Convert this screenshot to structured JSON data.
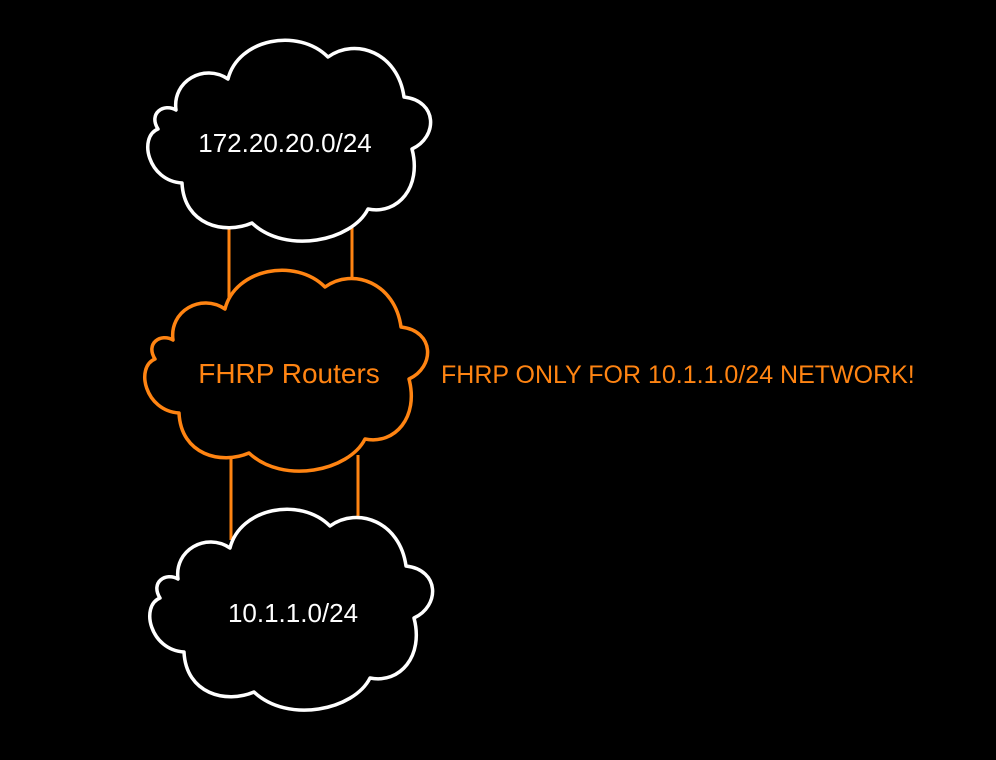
{
  "colors": {
    "background": "#000000",
    "cloud_white": "#ffffff",
    "accent_orange": "#ff8412"
  },
  "diagram": {
    "top_cloud": {
      "label": "172.20.20.0/24"
    },
    "middle_cloud": {
      "label": "FHRP Routers"
    },
    "bottom_cloud": {
      "label": "10.1.1.0/24"
    },
    "note": "FHRP ONLY FOR 10.1.1.0/24 NETWORK!"
  }
}
